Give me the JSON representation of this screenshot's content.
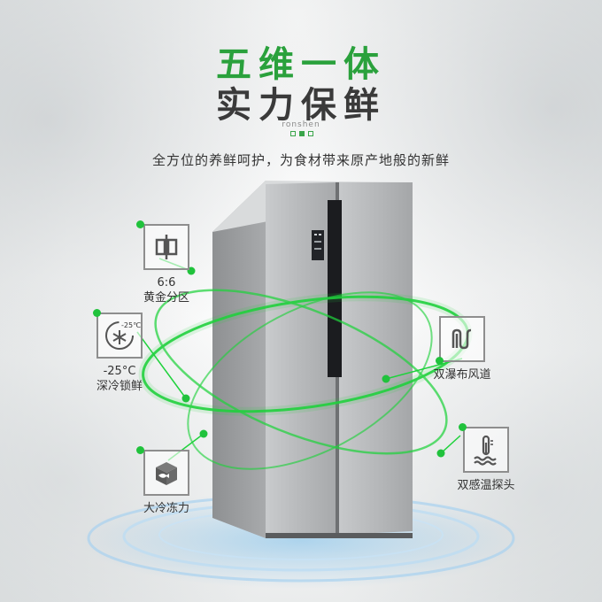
{
  "headline": {
    "line1": "五维一体",
    "line2": "实力保鲜",
    "brand": "ronshen",
    "subtitle": "全方位的养鲜呵护，为食材带来原产地般的新鲜"
  },
  "features": [
    {
      "line1": "6:6",
      "line2": "黄金分区",
      "icon": "split-box-icon"
    },
    {
      "line1": "-25°C",
      "line2": "深冷锁鲜",
      "icon": "snowflake-icon",
      "badge": "-25℃"
    },
    {
      "line1": "大冷冻力",
      "line2": "",
      "icon": "fish-cube-icon"
    },
    {
      "line1": "双瀑布风道",
      "line2": "",
      "icon": "airflow-icon"
    },
    {
      "line1": "双感温探头",
      "line2": "",
      "icon": "thermometer-icon"
    }
  ],
  "colors": {
    "accent": "#2aa13c",
    "glow": "#1fd23c"
  }
}
